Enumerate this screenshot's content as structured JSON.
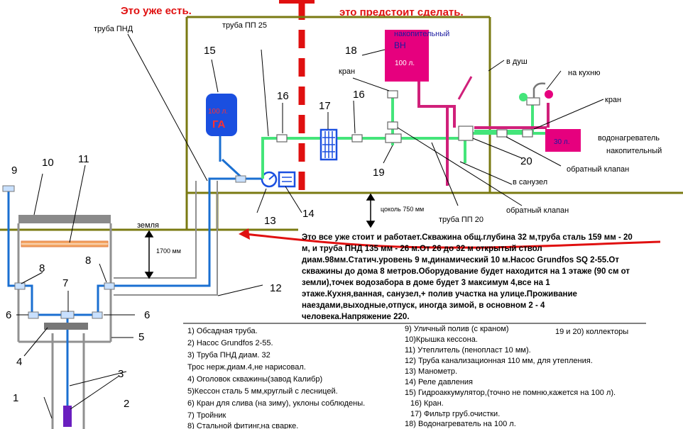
{
  "headings": {
    "left": "Это уже есть.",
    "right": "это предстоит сделать."
  },
  "labels": {
    "pipe_pnd": "труба ПНД",
    "pipe_pp25": "труба ПП 25",
    "pipe_pp20": "труба ПП 20",
    "ground": "земля",
    "depth": "1700 мм",
    "plinth": "цоколь 750 мм",
    "tap_top": "кран",
    "tap_right": "кран",
    "shower": "в душ",
    "kitchen": "на кухню",
    "bathroom": "в санузел",
    "check_valve_1": "обратный клапан",
    "check_valve_2": "обратный клапан",
    "heater_1": "водонагреватель",
    "heater_2": "накопительный",
    "tank_text1": "накопительный",
    "tank_text2": "ВН",
    "tank_text3": "100 л.",
    "ga_text1": "100 л.",
    "ga_text2": "ГА",
    "small_heater": "30 л."
  },
  "numbers": {
    "n1": "1",
    "n2": "2",
    "n3": "3",
    "n4": "4",
    "n5": "5",
    "n6a": "6",
    "n6b": "6",
    "n7": "7",
    "n8a": "8",
    "n8b": "8",
    "n9": "9",
    "n10": "10",
    "n11": "11",
    "n12": "12",
    "n13": "13",
    "n14": "14",
    "n15": "15",
    "n16a": "16",
    "n16b": "16",
    "n17": "17",
    "n18": "18",
    "n19": "19",
    "n20": "20"
  },
  "description": [
    "Это все уже стоит и работает.Скважина общ.глубина 32 м,труба сталь 159 мм - 20",
    "м, и труба ПНД 135 мм - 26 м.От 26 до 32 м открытый ствол",
    "диам.98мм.Статич.уровень 9 м,динамический 10 м.Насос Grundfos SQ 2-55.От",
    "скважины до дома 8 метров.Оборудование будет находится на 1 этаже (90 см от",
    "земли),точек водозабора в доме будет 3 максимум 4,все на 1",
    "этаже.Кухня,ванная, санузел,+ полив участка на улице.Проживание",
    "наездами,выходные,отпуск, иногда зимой, в основном 2 - 4",
    "человека.Напряжение 220."
  ],
  "legend_col1": [
    "1) Обсадная труба.",
    "2) Насос Grundfos 2-55.",
    "3) Труба ПНД диам. 32",
    "Трос нерж.диам.4,не нарисовал.",
    "4) Оголовок скважины(завод Калибр)",
    "5)Кессон сталь 5 мм,круглый с лесницей.",
    "6) Кран для слива (на зиму), уклоны соблюдены.",
    "7) Тройник",
    "8) Стальной фитинг,на сварке."
  ],
  "legend_col2": [
    "9) Уличный полив (с краном)",
    "10)Крышка кессона.",
    "11) Утеплитель (пенопласт 10 мм).",
    "12) Труба канализационная 110 мм, для утепления.",
    "13) Манометр.",
    "14) Реле давления",
    "15) Гидроаккумулятор,(точно не помню,кажется на 100 л).",
    "16) Кран.",
    "17) Фильтр груб.очистки.",
    "18) Водонагреватель на 100 л."
  ],
  "legend_col3": "19 и 20) коллекторы",
  "colors": {
    "pipe_blue": "#1a6fd1",
    "pipe_green": "#44e57a",
    "pipe_pink": "#d0207a",
    "wall_olive": "#7a7a12",
    "red": "#e01010",
    "grey": "#909090",
    "magenta": "#e6007e"
  }
}
